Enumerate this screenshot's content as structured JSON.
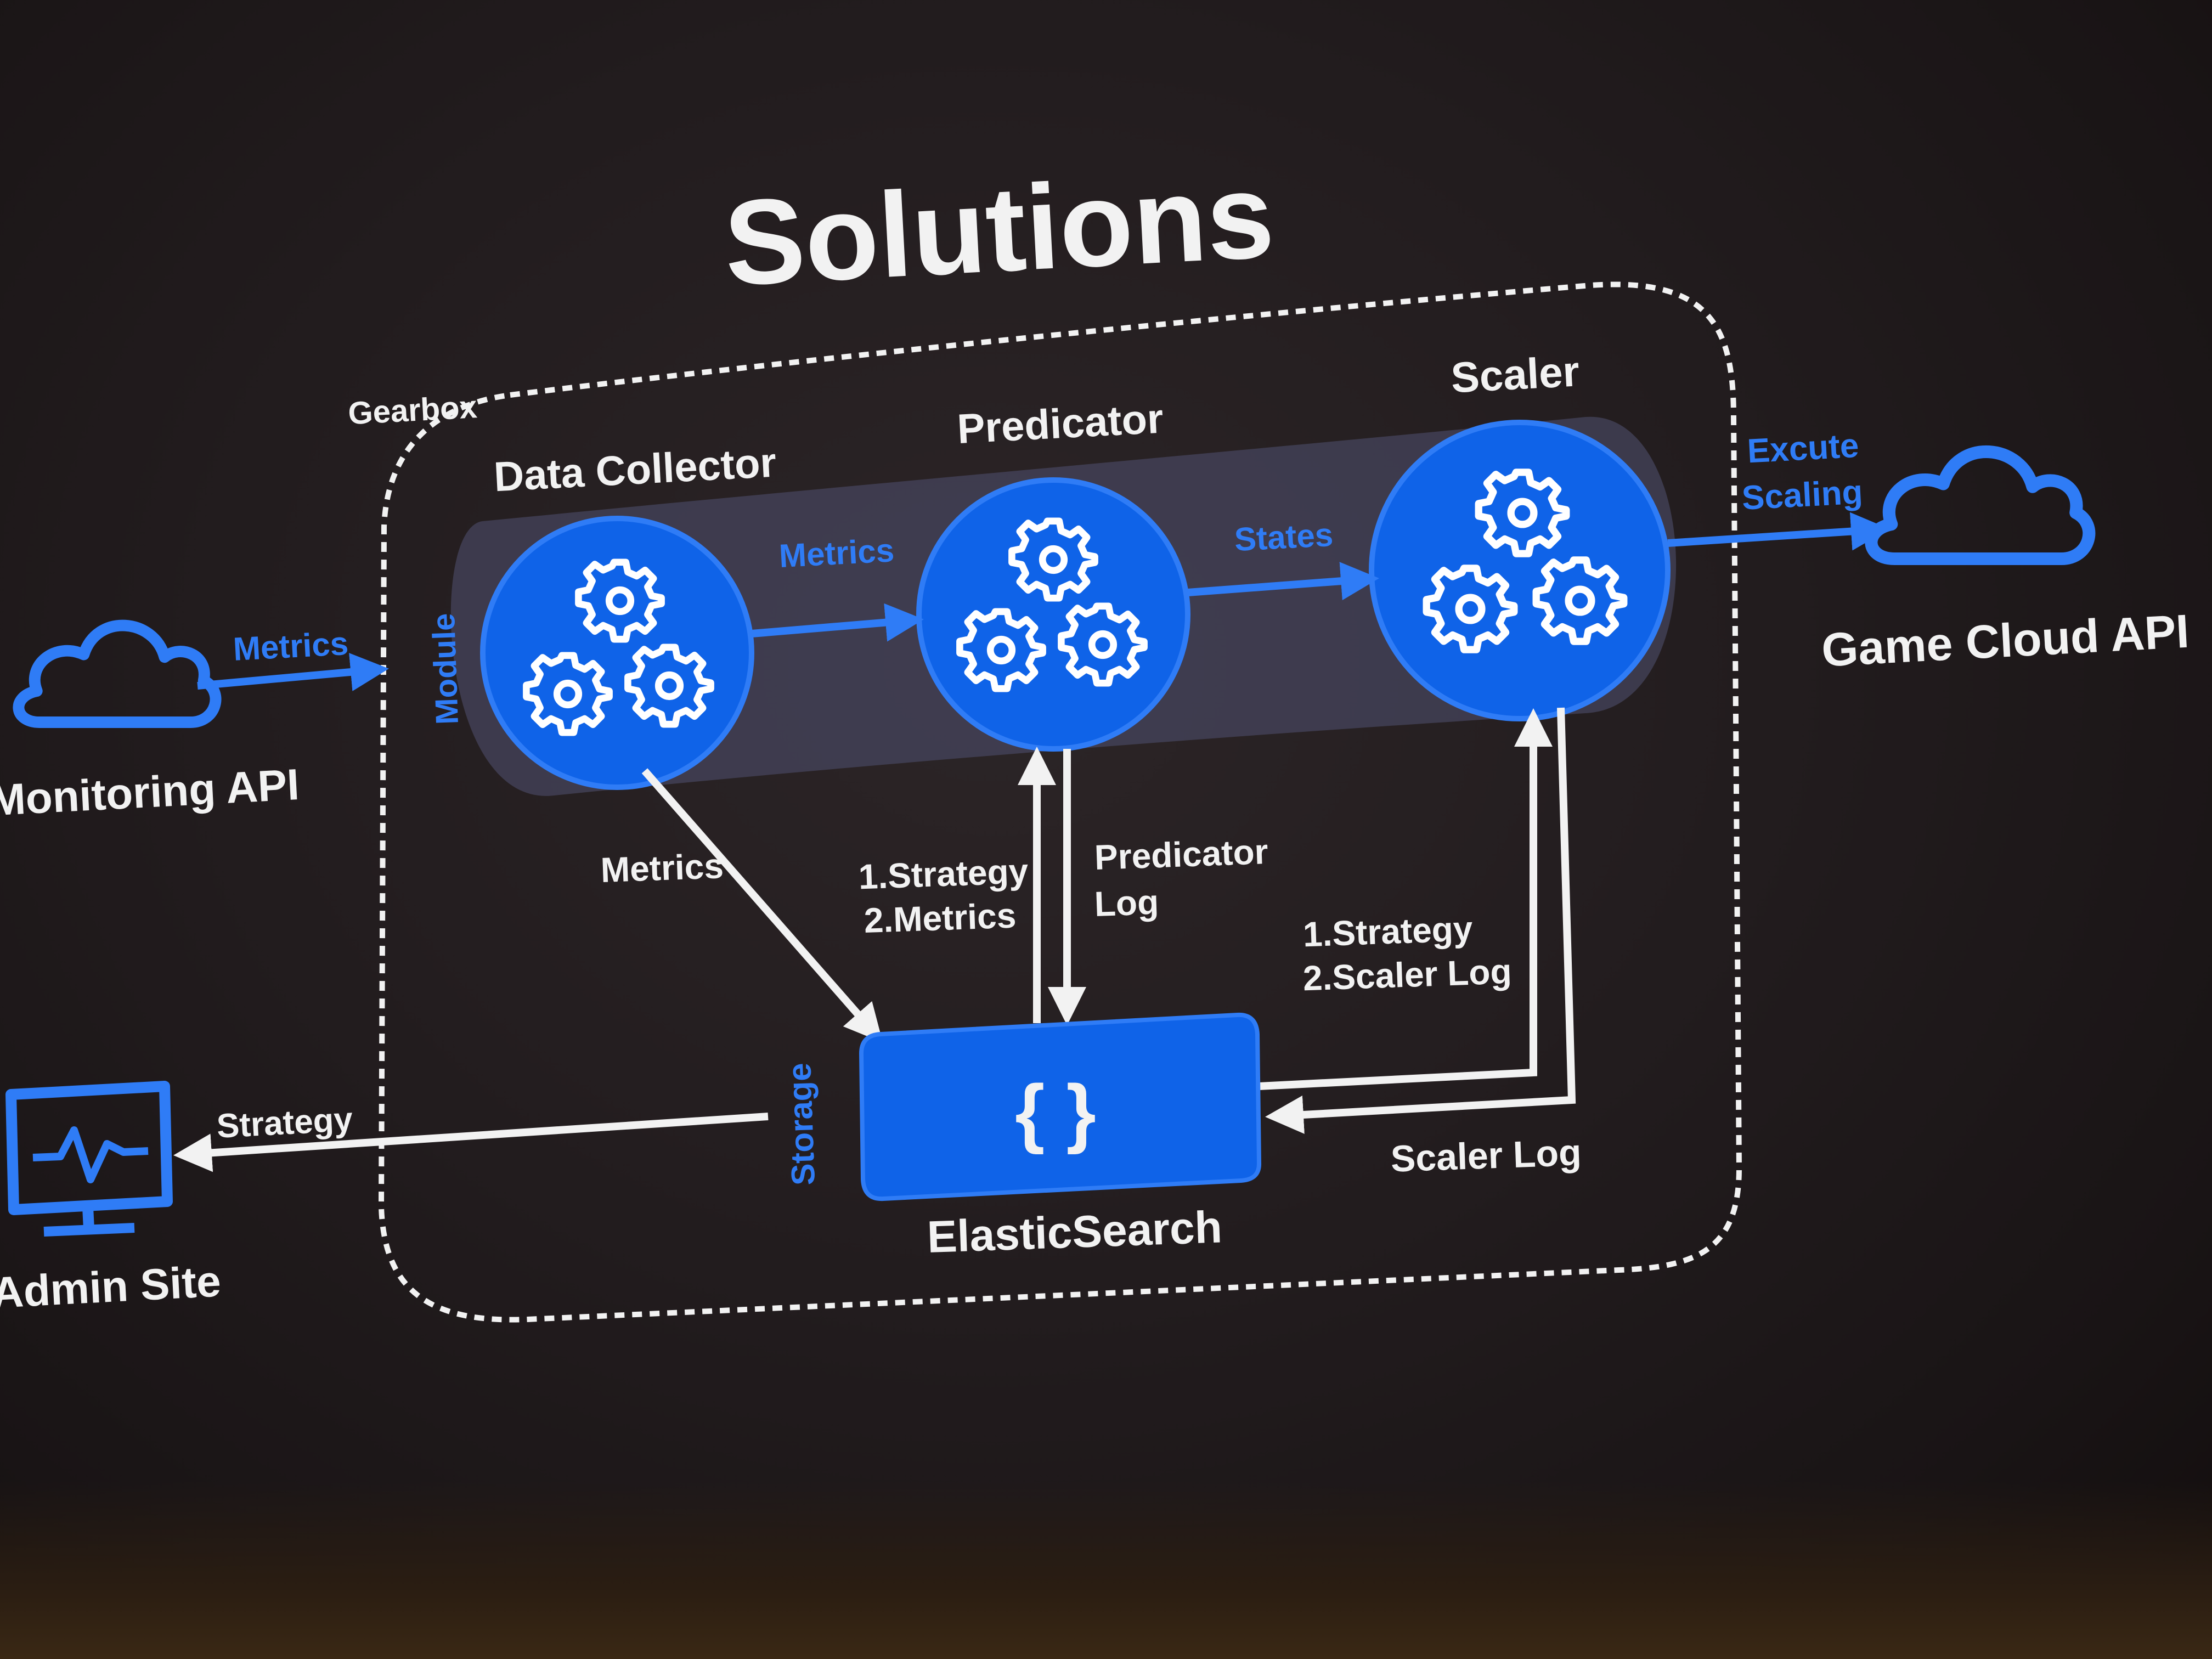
{
  "title": "Solutions",
  "container": {
    "label": "Gearbox",
    "module_label": "Module",
    "storage_label": "Storage"
  },
  "modules": {
    "data_collector": "Data Collector",
    "predicator": "Predicator",
    "scaler": "Scaler"
  },
  "external": {
    "monitoring_api": "Monitoring API",
    "game_cloud_api": "Game Cloud API",
    "admin_site": "Admin Site"
  },
  "storage": {
    "label": "ElasticSearch",
    "glyph": "{ }"
  },
  "edges": {
    "monitoring_to_collector": "Metrics",
    "collector_to_predicator": "Metrics",
    "predicator_to_scaler": "States",
    "scaler_to_cloud_line1": "Excute",
    "scaler_to_cloud_line2": "Scaling",
    "collector_to_storage": "Metrics",
    "storage_to_predicator_line1": "1.Strategy",
    "storage_to_predicator_line2": "2.Metrics",
    "predicator_to_storage_line1": "Predicator",
    "predicator_to_storage_line2": "Log",
    "storage_to_scaler_line1": "1.Strategy",
    "storage_to_scaler_line2": "2.Scaler Log",
    "scaler_to_storage": "Scaler Log",
    "storage_to_admin": "Strategy"
  },
  "colors": {
    "accent": "#2f7cf6",
    "node_fill": "#0f63e8",
    "background": "#221c1e",
    "text": "#f2f2f2"
  },
  "icons": {
    "module_icon": "gears-icon",
    "cloud_icon": "cloud-icon",
    "monitor_icon": "monitor-pulse-icon"
  }
}
